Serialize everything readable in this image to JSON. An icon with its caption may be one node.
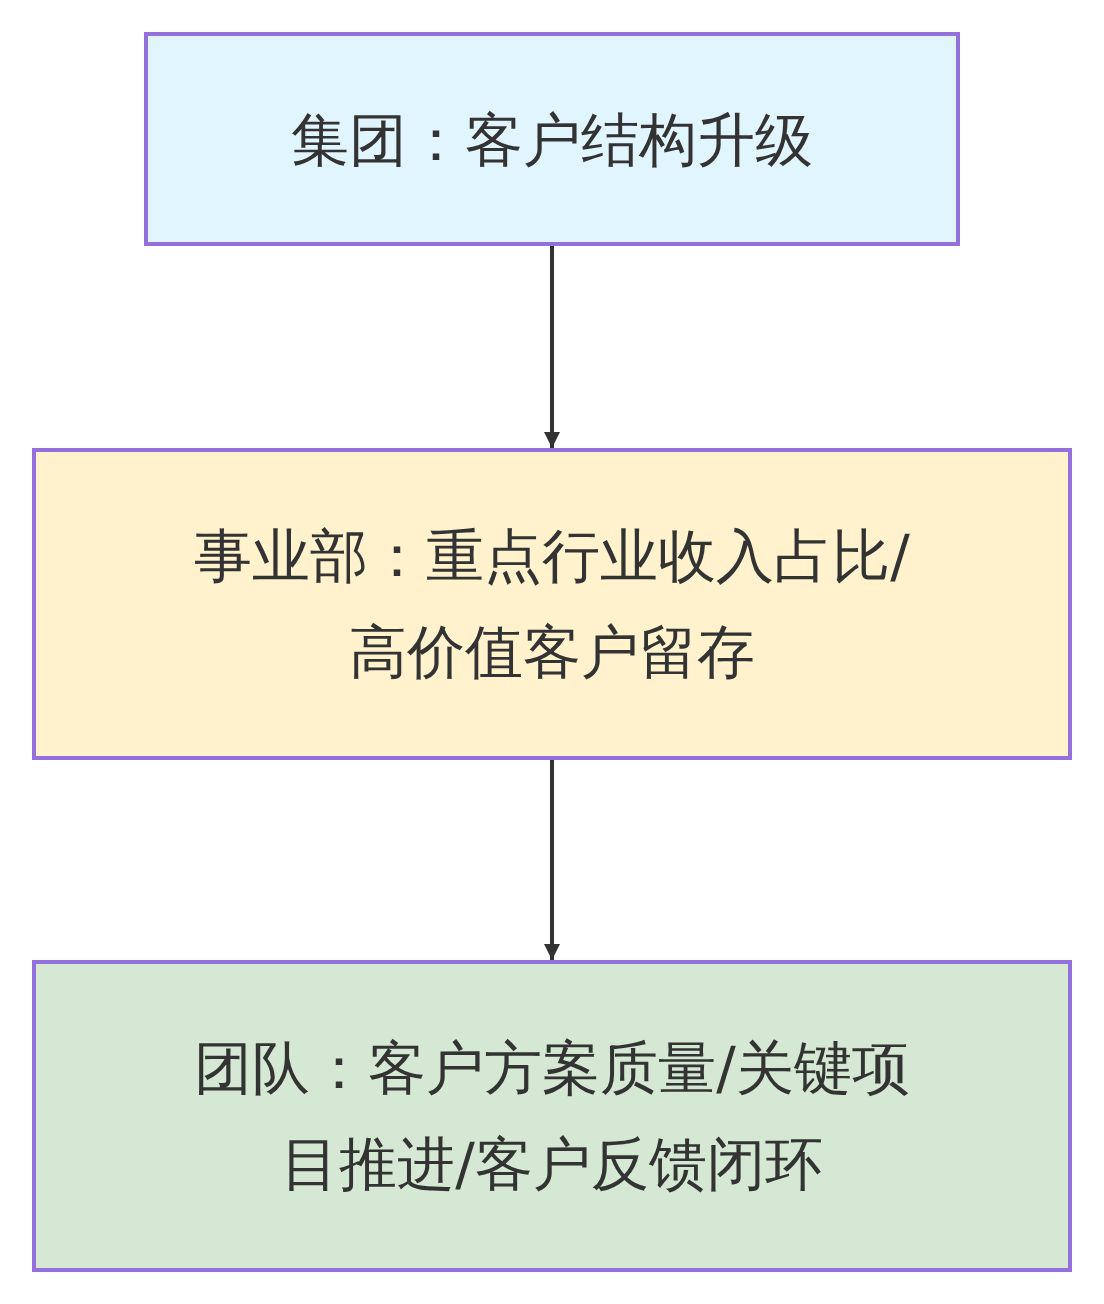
{
  "diagram": {
    "nodes": [
      {
        "text": [
          "集团：客户结构升级"
        ]
      },
      {
        "text": [
          "事业部：重点行业收入占比/高价值客户留存"
        ]
      },
      {
        "text": [
          "团队：客户方案质量/关键项目推进/客户反馈闭环"
        ]
      }
    ],
    "edges": [
      {
        "from": 0,
        "to": 1,
        "arrow": "to"
      },
      {
        "from": 1,
        "to": 2,
        "arrow": "to"
      }
    ]
  }
}
